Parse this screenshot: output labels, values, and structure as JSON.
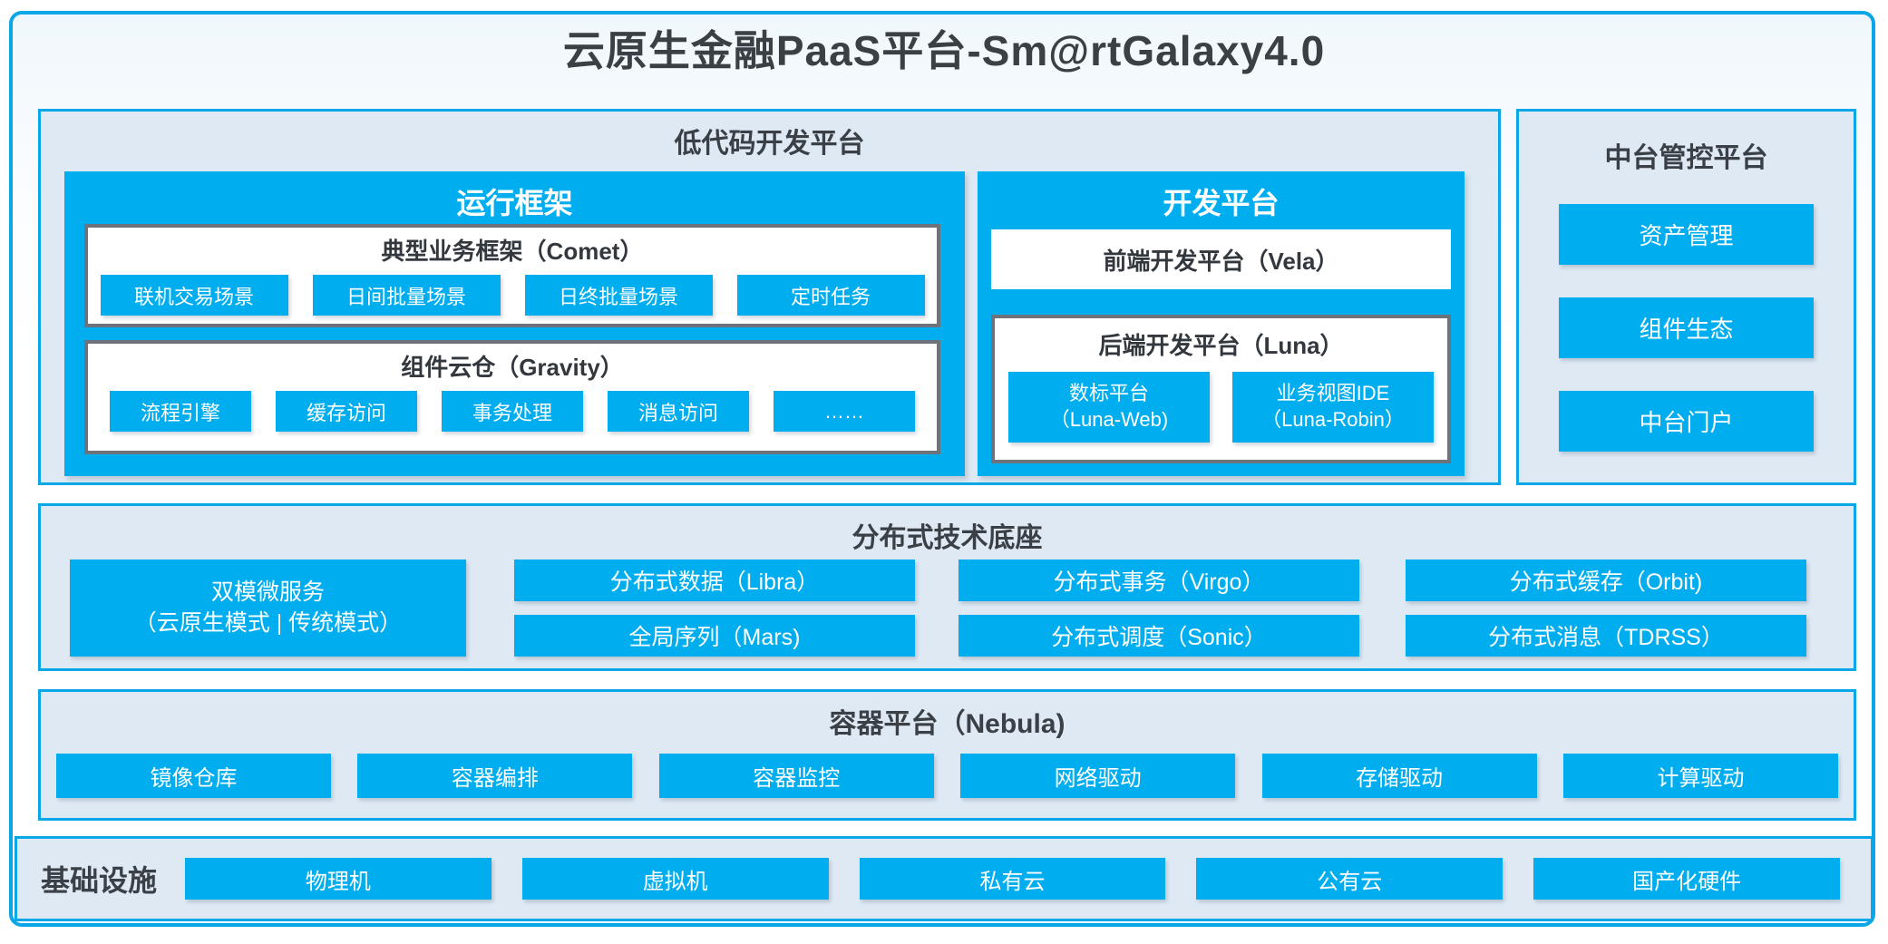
{
  "title": "云原生金融PaaS平台-Sm@rtGalaxy4.0",
  "colors": {
    "accent_blue": "#00AEEF",
    "section_fill": "#DFE9F4",
    "border_blue": "#0AA7E8",
    "border_gray": "#6E737B",
    "text_dark": "#3A4046"
  },
  "lowcode": {
    "title": "低代码开发平台",
    "runtime": {
      "title": "运行框架",
      "comet": {
        "title": "典型业务框架（Comet）",
        "items": [
          "联机交易场景",
          "日间批量场景",
          "日终批量场景",
          "定时任务"
        ]
      },
      "gravity": {
        "title": "组件云仓（Gravity）",
        "items": [
          "流程引擎",
          "缓存访问",
          "事务处理",
          "消息访问",
          "……"
        ]
      }
    },
    "dev": {
      "title": "开发平台",
      "vela": "前端开发平台（Vela）",
      "luna": {
        "title": "后端开发平台（Luna）",
        "items": [
          {
            "line1": "数标平台",
            "line2": "（Luna-Web)"
          },
          {
            "line1": "业务视图IDE",
            "line2": "（Luna-Robin）"
          }
        ]
      }
    }
  },
  "midplatform": {
    "title": "中台管控平台",
    "items": [
      "资产管理",
      "组件生态",
      "中台门户"
    ]
  },
  "distributed": {
    "title": "分布式技术底座",
    "dual": {
      "line1": "双模微服务",
      "line2": "（云原生模式 | 传统模式）"
    },
    "grid": [
      [
        "分布式数据（Libra）",
        "全局序列（Mars)"
      ],
      [
        "分布式事务（Virgo）",
        "分布式调度（Sonic）"
      ],
      [
        "分布式缓存（Orbit)",
        "分布式消息（TDRSS）"
      ]
    ]
  },
  "containerplatform": {
    "title": "容器平台（Nebula)",
    "items": [
      "镜像仓库",
      "容器编排",
      "容器监控",
      "网络驱动",
      "存储驱动",
      "计算驱动"
    ]
  },
  "infrastructure": {
    "label": "基础设施",
    "items": [
      "物理机",
      "虚拟机",
      "私有云",
      "公有云",
      "国产化硬件"
    ]
  }
}
